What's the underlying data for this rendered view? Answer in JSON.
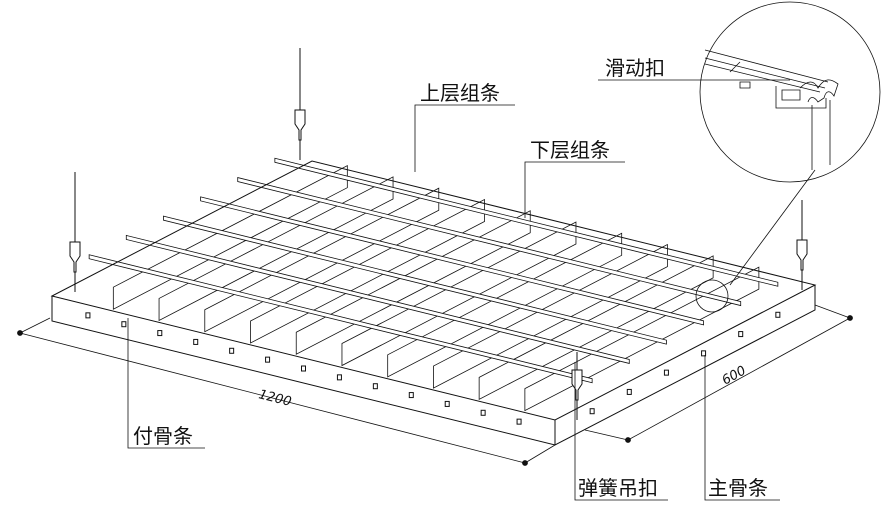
{
  "labels": {
    "upper_strip": "上层组条",
    "lower_strip": "下层组条",
    "sliding_clip": "滑动扣",
    "secondary_keel": "付骨条",
    "spring_hanger": "弹簧吊扣",
    "main_keel": "主骨条"
  },
  "dimensions": {
    "length": "1200",
    "width": "600"
  },
  "colors": {
    "line": "#111111",
    "background": "#ffffff"
  }
}
